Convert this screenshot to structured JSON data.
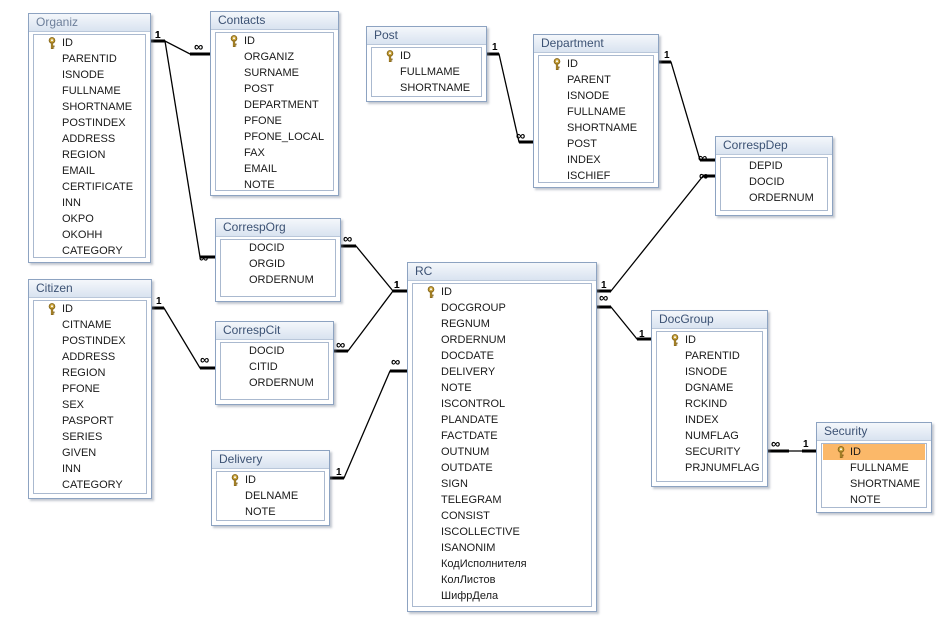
{
  "tables": [
    {
      "name": "Organiz",
      "fields": [
        "ID",
        "PARENTID",
        "ISNODE",
        "FULLNAME",
        "SHORTNAME",
        "POSTINDEX",
        "ADDRESS",
        "REGION",
        "EMAIL",
        "CERTIFICATE",
        "INN",
        "OKPO",
        "OKOHH",
        "CATEGORY"
      ],
      "key_index": 0,
      "muted_title": true
    },
    {
      "name": "Contacts",
      "fields": [
        "ID",
        "ORGANIZ",
        "SURNAME",
        "POST",
        "DEPARTMENT",
        "PFONE",
        "PFONE_LOCAL",
        "FAX",
        "EMAIL",
        "NOTE"
      ],
      "key_index": 0
    },
    {
      "name": "Post",
      "fields": [
        "ID",
        "FULLMAME",
        "SHORTNAME"
      ],
      "key_index": 0
    },
    {
      "name": "Department",
      "fields": [
        "ID",
        "PARENT",
        "ISNODE",
        "FULLNAME",
        "SHORTNAME",
        "POST",
        "INDEX",
        "ISCHIEF"
      ],
      "key_index": 0
    },
    {
      "name": "CorrespDep",
      "fields": [
        "DEPID",
        "DOCID",
        "ORDERNUM"
      ]
    },
    {
      "name": "CorrespOrg",
      "fields": [
        "DOCID",
        "ORGID",
        "ORDERNUM"
      ]
    },
    {
      "name": "Citizen",
      "fields": [
        "ID",
        "CITNAME",
        "POSTINDEX",
        "ADDRESS",
        "REGION",
        "PFONE",
        "SEX",
        "PASPORT",
        "SERIES",
        "GIVEN",
        "INN",
        "CATEGORY"
      ],
      "key_index": 0
    },
    {
      "name": "CorrespCit",
      "fields": [
        "DOCID",
        "CITID",
        "ORDERNUM"
      ]
    },
    {
      "name": "RC",
      "fields": [
        "ID",
        "DOCGROUP",
        "REGNUM",
        "ORDERNUM",
        "DOCDATE",
        "DELIVERY",
        "NOTE",
        "ISCONTROL",
        "PLANDATE",
        "FACTDATE",
        "OUTNUM",
        "OUTDATE",
        "SIGN",
        "TELEGRAM",
        "CONSIST",
        "ISCOLLECTIVE",
        "ISANONIM",
        "КодИсполнителя",
        "КолЛистов",
        "ШифрДела"
      ],
      "key_index": 0
    },
    {
      "name": "DocGroup",
      "fields": [
        "ID",
        "PARENTID",
        "ISNODE",
        "DGNAME",
        "RCKIND",
        "INDEX",
        "NUMFLAG",
        "SECURITY",
        "PRJNUMFLAG"
      ],
      "key_index": 0
    },
    {
      "name": "Delivery",
      "fields": [
        "ID",
        "DELNAME",
        "NOTE"
      ],
      "key_index": 0
    },
    {
      "name": "Security",
      "fields": [
        "ID",
        "FULLNAME",
        "SHORTNAME",
        "NOTE"
      ],
      "key_index": 0,
      "selected_index": 0
    }
  ],
  "relationships": [
    {
      "one": "1",
      "many": "∞"
    },
    {
      "one": "1",
      "many": "∞"
    },
    {
      "one": "1",
      "many": "∞"
    },
    {
      "one": "1",
      "many": "∞"
    },
    {
      "one": "1",
      "many": "∞"
    },
    {
      "one": "1",
      "many": "∞"
    },
    {
      "one": "1",
      "many": "∞"
    },
    {
      "one": "1",
      "many": "∞"
    },
    {
      "one": "1",
      "many": "∞"
    },
    {
      "one": "1",
      "many": "∞"
    }
  ],
  "icons": {
    "primary_key": "key-icon"
  },
  "colors": {
    "title_text": "#3c5274",
    "muted_title_text": "#6d7f9a",
    "border": "#8da3c1",
    "selected_row": "#fbb869",
    "key_gold": "#c8a23a"
  }
}
